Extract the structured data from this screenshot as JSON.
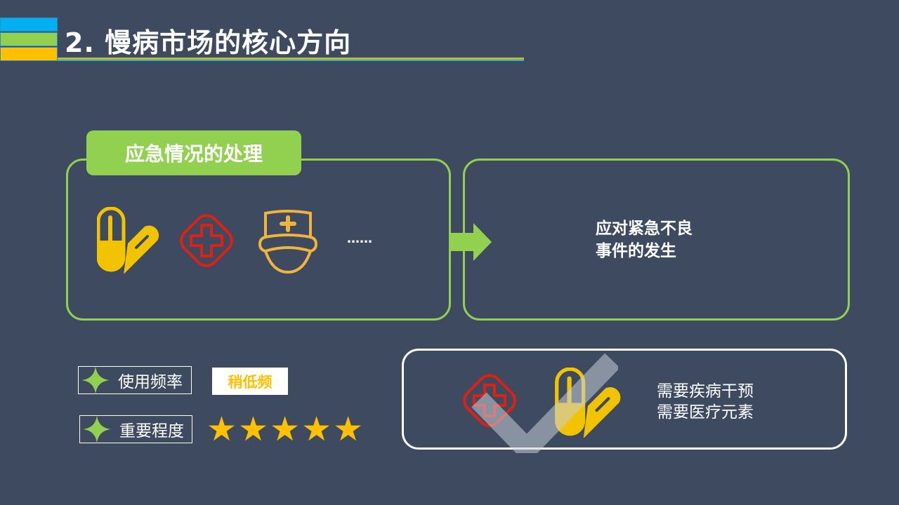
{
  "title": "2. 慢病市场的核心方向",
  "colors": {
    "background": "#3d4a60",
    "green": "#92d050",
    "yellow": "#ffc000",
    "blue": "#00b0f0",
    "red": "#e02010"
  },
  "scenario": {
    "tag": "应急情况的处理",
    "icons": [
      "pill-icon",
      "medical-cross-icon",
      "nurse-icon"
    ],
    "ellipsis": "……"
  },
  "result": {
    "line1": "应对紧急不良",
    "line2": "事件的发生"
  },
  "metrics": {
    "frequency_label": "使用频率",
    "frequency_value": "稍低频",
    "importance_label": "重要程度",
    "importance_stars": 5,
    "star": "★"
  },
  "summary": {
    "line1": "需要疾病干预",
    "line2": "需要医疗元素"
  }
}
